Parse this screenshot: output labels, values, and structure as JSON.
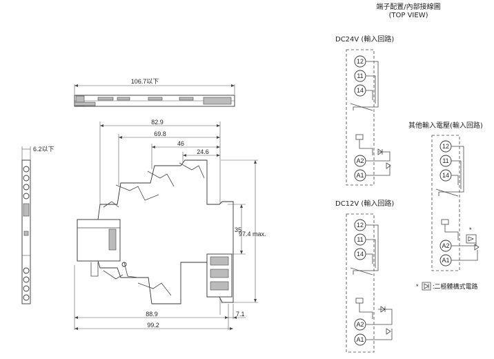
{
  "header": {
    "title": "端子配置/內部接線圖",
    "subtitle": "(TOP VIEW)"
  },
  "dims": {
    "top_width": "106.7以下",
    "side_width": "6.2以下",
    "d829": "82.9",
    "d698": "69.8",
    "d46": "46",
    "d246": "24.6",
    "d35": "35",
    "d974": "97.4 max.",
    "d889": "88.9",
    "d71": "7.1",
    "d992": "99.2"
  },
  "circuits": [
    {
      "title": "DC24V (輸入回路)",
      "terminals": [
        "12",
        "11",
        "14",
        "A2",
        "A1"
      ]
    },
    {
      "title": "DC12V (輸入回路)",
      "terminals": [
        "12",
        "11",
        "14",
        "A2",
        "A1"
      ]
    },
    {
      "title": "其他輸入電壓(輸入回路)",
      "terminals": [
        "12",
        "11",
        "14",
        "A2",
        "A1"
      ],
      "note_mark": "*"
    }
  ],
  "legend": {
    "star": "*",
    "text": ":二極體構式電路"
  }
}
